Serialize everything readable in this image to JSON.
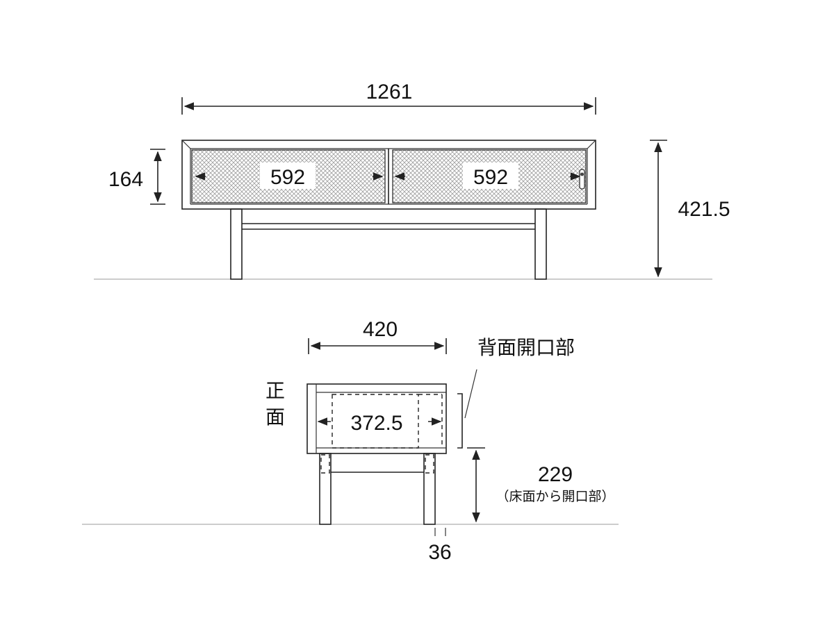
{
  "front_view": {
    "overall_width": "1261",
    "drawer_height": "164",
    "drawer_width_left": "592",
    "drawer_width_right": "592",
    "overall_height": "421.5"
  },
  "side_view": {
    "depth": "420",
    "rear_opening_label": "背面開口部",
    "front_label_1": "正",
    "front_label_2": "面",
    "opening_width": "372.5",
    "opening_height_from_floor": "229",
    "opening_height_note": "（床面から開口部）",
    "leg_width": "36"
  },
  "colors": {
    "line": "#222222",
    "ground": "#9a9a9a",
    "mesh": "#c8c8c8"
  }
}
